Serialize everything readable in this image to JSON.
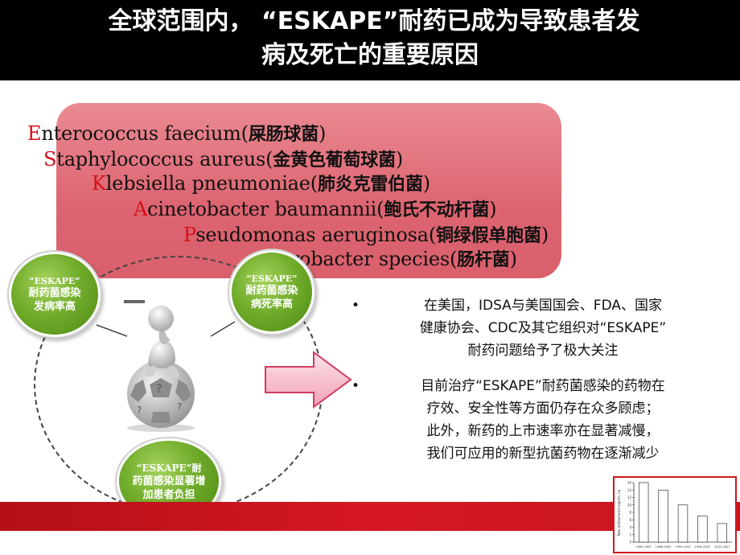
{
  "title": {
    "line1": "全球范围内，  “ESKAPE”耐药已成为导致患者发",
    "line2": "病及死亡的重要原因"
  },
  "pathogens": [
    {
      "initial": "E",
      "latin_rest": "nterococcus faecium(",
      "cn": "屎肠球菌",
      "close": ")"
    },
    {
      "initial": "S",
      "latin_rest": "taphylococcus aureus(",
      "cn": "金黄色葡萄球菌",
      "close": ")"
    },
    {
      "initial": "K",
      "latin_rest": "lebsiella pneumoniae(",
      "cn": "肺炎克雷伯菌",
      "close": ")"
    },
    {
      "initial": "A",
      "latin_rest": "cinetobacter baumannii(",
      "cn": "鲍氏不动杆菌",
      "close": ")"
    },
    {
      "initial": "P",
      "latin_rest": "seudomonas aeruginosa(",
      "cn": "铜绿假单胞菌",
      "close": ")"
    },
    {
      "initial": "",
      "latin_rest": "nterobacter species(",
      "cn": "肠杆菌",
      "close": ")"
    }
  ],
  "badges": {
    "incidence": {
      "en": "“ESKAPE”",
      "line1": "耐药菌感染",
      "line2": "发病率高"
    },
    "mortality": {
      "en": "“ESKAPE”",
      "line1": "耐药菌感染",
      "line2": "病死率高"
    },
    "burden": {
      "en": "“ESKAPE”耐",
      "line1": "药菌感染显著增",
      "line2": "加患者负担"
    }
  },
  "bullets": [
    {
      "dot": "•",
      "lines": [
        "在美国，IDSA与美国国会、FDA、国家",
        "健康协会、CDC及其它组织对“ESKAPE”",
        "耐药问题给予了极大关注"
      ]
    },
    {
      "dot": "•",
      "lines": [
        "目前治疗“ESKAPE”耐药菌感染的药物在",
        "疗效、安全性等方面仍存在众多顾虑；",
        "此外，新药的上市速率亦在显著减慢，",
        "我们可应用的新型抗菌药物在逐渐减少"
      ]
    }
  ],
  "colors": {
    "title_bg": "#000000",
    "panel_pink": "#dc6470",
    "initial_red": "#d6101b",
    "badge_green": "#72ad2c",
    "bar_red": "#d51722"
  },
  "chart_data": {
    "type": "bar",
    "categories": [
      "1983-1987",
      "1988-1992",
      "1993-1997",
      "1998-2002",
      "2003-2007"
    ],
    "values": [
      16,
      14,
      10,
      7,
      5
    ],
    "ylabel": "New antibacterial agents, no.",
    "ylim": [
      0,
      16
    ],
    "yticks": [
      0,
      2,
      4,
      6,
      8,
      10,
      12,
      14,
      16
    ],
    "grid": false
  }
}
